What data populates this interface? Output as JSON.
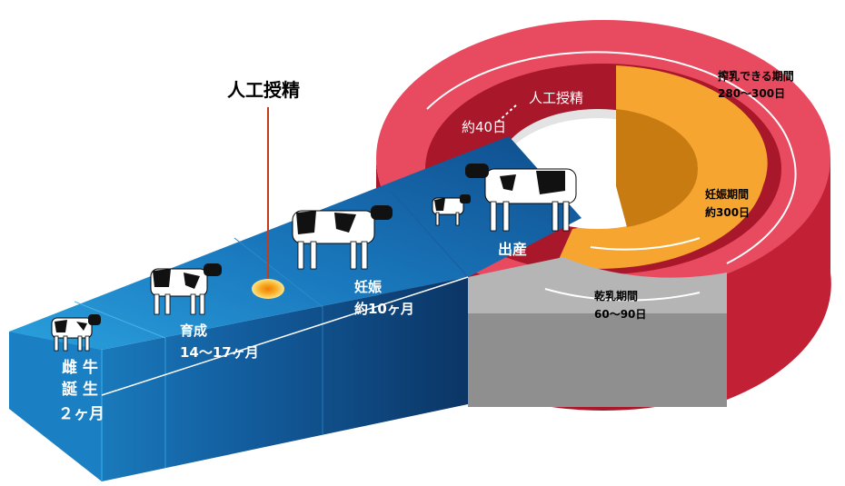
{
  "title": "人工授精",
  "stages": {
    "birth": {
      "line1": "雌 牛",
      "line2": "誕 生",
      "line3": "２ヶ月"
    },
    "rearing": {
      "name": "育成",
      "period": "14〜17ヶ月"
    },
    "pregnancy": {
      "name": "妊娠",
      "period": "約10ヶ月"
    },
    "calving": {
      "name": "出産"
    }
  },
  "cycle": {
    "lactation": {
      "name": "搾乳できる期間",
      "period": "280〜300日"
    },
    "gestation": {
      "name": "妊娠期間",
      "period": "約300日"
    },
    "dry": {
      "name": "乾乳期間",
      "period": "60〜90日"
    },
    "ai_inner": {
      "label": "人工授精",
      "days": "約40日"
    }
  },
  "colors": {
    "belt_light": "#1f8fd0",
    "belt_mid": "#1565a6",
    "belt_dark": "#0d3f74",
    "ring_red": "#e84a5f",
    "ring_red_dark": "#a8172a",
    "ring_orange": "#f6a531",
    "ring_grey": "#8f8f8f",
    "marker": "#f8c21c"
  },
  "icons": [
    "cow-icon",
    "calf-icon",
    "insemination-marker-icon"
  ]
}
